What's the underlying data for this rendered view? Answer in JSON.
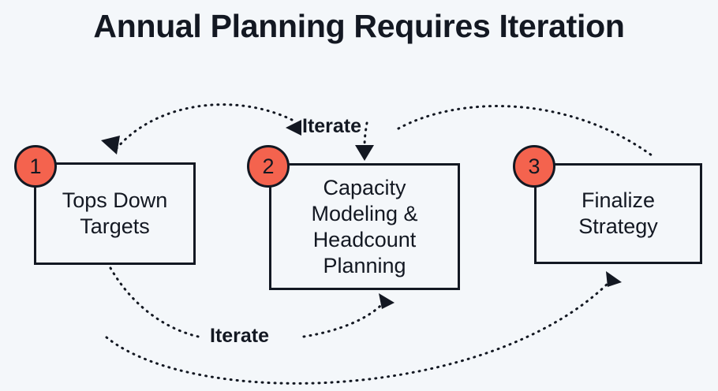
{
  "page": {
    "background_color": "#f4f7fa",
    "ink_color": "#131822",
    "accent_color": "#f4634e"
  },
  "title": "Annual Planning Requires Iteration",
  "diagram": {
    "type": "flow-cycle",
    "nodes": [
      {
        "number": "1",
        "label": "Tops Down\nTargets"
      },
      {
        "number": "2",
        "label": "Capacity\nModeling &\nHeadcount\nPlanning"
      },
      {
        "number": "3",
        "label": "Finalize\nStrategy"
      }
    ],
    "annotations": [
      {
        "id": "iterate-top",
        "text": "Iterate"
      },
      {
        "id": "iterate-bottom",
        "text": "Iterate"
      }
    ],
    "connectors": [
      {
        "id": "top-loop-back",
        "style": "dotted",
        "from": "iterate-top",
        "to": "node-1",
        "arrowheads": "both"
      },
      {
        "id": "top-into-node-2",
        "style": "dotted",
        "from": "iterate-top",
        "to": "node-2",
        "arrowheads": "end"
      },
      {
        "id": "top-from-node-3",
        "style": "dotted",
        "from": "node-3",
        "to": "iterate-top",
        "arrowheads": "none"
      },
      {
        "id": "bottom-from-node-1",
        "style": "dotted",
        "from": "node-1",
        "to": "iterate-bottom",
        "arrowheads": "none"
      },
      {
        "id": "bottom-into-node-2",
        "style": "dotted",
        "from": "iterate-bottom",
        "to": "node-2",
        "arrowheads": "end"
      },
      {
        "id": "bottom-loop-to-node-3",
        "style": "dotted",
        "from": "iterate-bottom",
        "to": "node-3",
        "arrowheads": "end"
      }
    ]
  }
}
